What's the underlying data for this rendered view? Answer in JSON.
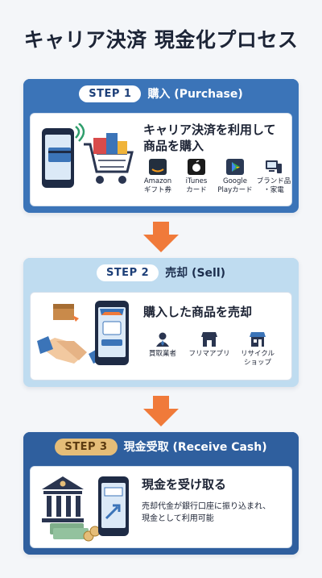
{
  "title": "キャリア決済 現金化プロセス",
  "steps": [
    {
      "badge": "STEP 1",
      "title": "購入 (Purchase)",
      "headline_lines": [
        "キャリア決済を利用して",
        "商品を購入"
      ],
      "items": [
        {
          "icon": "amazon-icon",
          "label": "Amazon\nギフト券"
        },
        {
          "icon": "apple-icon",
          "label": "iTunes\nカード"
        },
        {
          "icon": "google-play-icon",
          "label": "Google\nPlayカード"
        },
        {
          "icon": "devices-icon",
          "label": "ブランド品\n・家電"
        }
      ]
    },
    {
      "badge": "STEP 2",
      "title": "売却 (Sell)",
      "headline_lines": [
        "購入した商品を売却"
      ],
      "items": [
        {
          "icon": "buyer-icon",
          "label": "買取業者"
        },
        {
          "icon": "store-icon",
          "label": "フリマアプリ"
        },
        {
          "icon": "recycle-shop-icon",
          "label": "リサイクル\nショップ"
        }
      ]
    },
    {
      "badge": "STEP 3",
      "title": "現金受取 (Receive Cash)",
      "headline_lines": [
        "現金を受け取る"
      ],
      "description_lines": [
        "売却代金が銀行口座に振り込まれ、",
        "現金として利用可能"
      ]
    }
  ],
  "colors": {
    "step1_header": "#3b74b8",
    "step2_header": "#bfdcf0",
    "step3_header": "#2f5f9e",
    "arrow": "#f07a3a",
    "step3_badge": "#e5bd78"
  }
}
